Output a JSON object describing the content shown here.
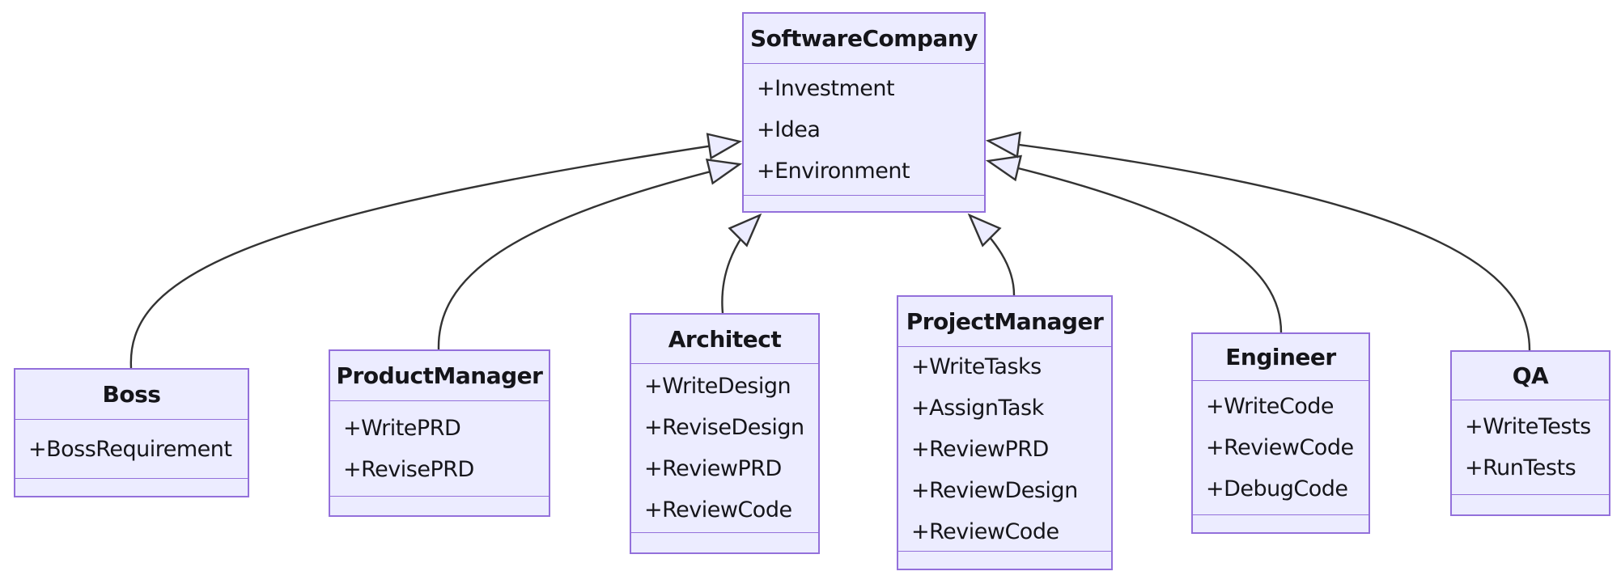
{
  "diagram": {
    "kind": "uml-class-diagram",
    "colors": {
      "class_fill": "#ECECFF",
      "class_border": "#9370DB",
      "edge_line": "#333333",
      "text": "#15151a",
      "background": "#ffffff"
    },
    "classes": [
      {
        "name": "SoftwareCompany",
        "members": [
          "+Investment",
          "+Idea",
          "+Environment"
        ]
      },
      {
        "name": "Boss",
        "members": [
          "+BossRequirement"
        ]
      },
      {
        "name": "ProductManager",
        "members": [
          "+WritePRD",
          "+RevisePRD"
        ]
      },
      {
        "name": "Architect",
        "members": [
          "+WriteDesign",
          "+ReviseDesign",
          "+ReviewPRD",
          "+ReviewCode"
        ]
      },
      {
        "name": "ProjectManager",
        "members": [
          "+WriteTasks",
          "+AssignTask",
          "+ReviewPRD",
          "+ReviewDesign",
          "+ReviewCode"
        ]
      },
      {
        "name": "Engineer",
        "members": [
          "+WriteCode",
          "+ReviewCode",
          "+DebugCode"
        ]
      },
      {
        "name": "QA",
        "members": [
          "+WriteTests",
          "+RunTests"
        ]
      }
    ],
    "relationships": [
      {
        "from": "Boss",
        "to": "SoftwareCompany",
        "type": "inheritance"
      },
      {
        "from": "ProductManager",
        "to": "SoftwareCompany",
        "type": "inheritance"
      },
      {
        "from": "Architect",
        "to": "SoftwareCompany",
        "type": "inheritance"
      },
      {
        "from": "ProjectManager",
        "to": "SoftwareCompany",
        "type": "inheritance"
      },
      {
        "from": "Engineer",
        "to": "SoftwareCompany",
        "type": "inheritance"
      },
      {
        "from": "QA",
        "to": "SoftwareCompany",
        "type": "inheritance"
      }
    ]
  }
}
